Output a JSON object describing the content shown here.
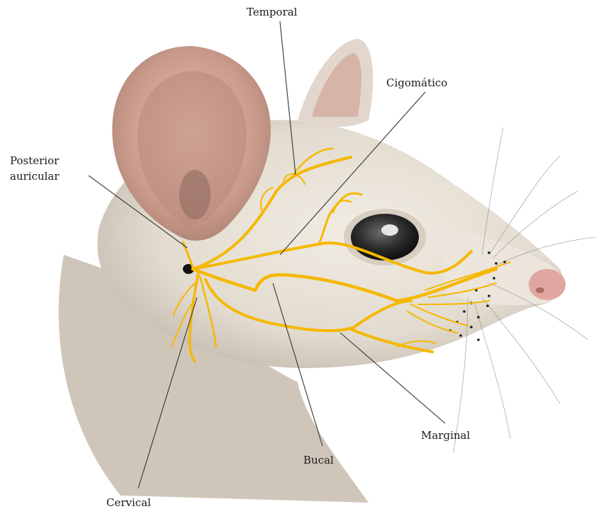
{
  "labels": {
    "temporal": "Temporal",
    "cigomatico": "Cigomático",
    "posterior_line1": "Posterior",
    "posterior_line2": "auricular",
    "marginal": "Marginal",
    "bucal": "Bucal",
    "cervical": "Cervical"
  },
  "colors": {
    "nerve": "#f5b800",
    "fur": "#e8e2d8",
    "fur_shadow": "#b9b0a4",
    "ear_inner": "#d3a89a",
    "nose": "#e2a6a0",
    "leader": "#333333"
  }
}
